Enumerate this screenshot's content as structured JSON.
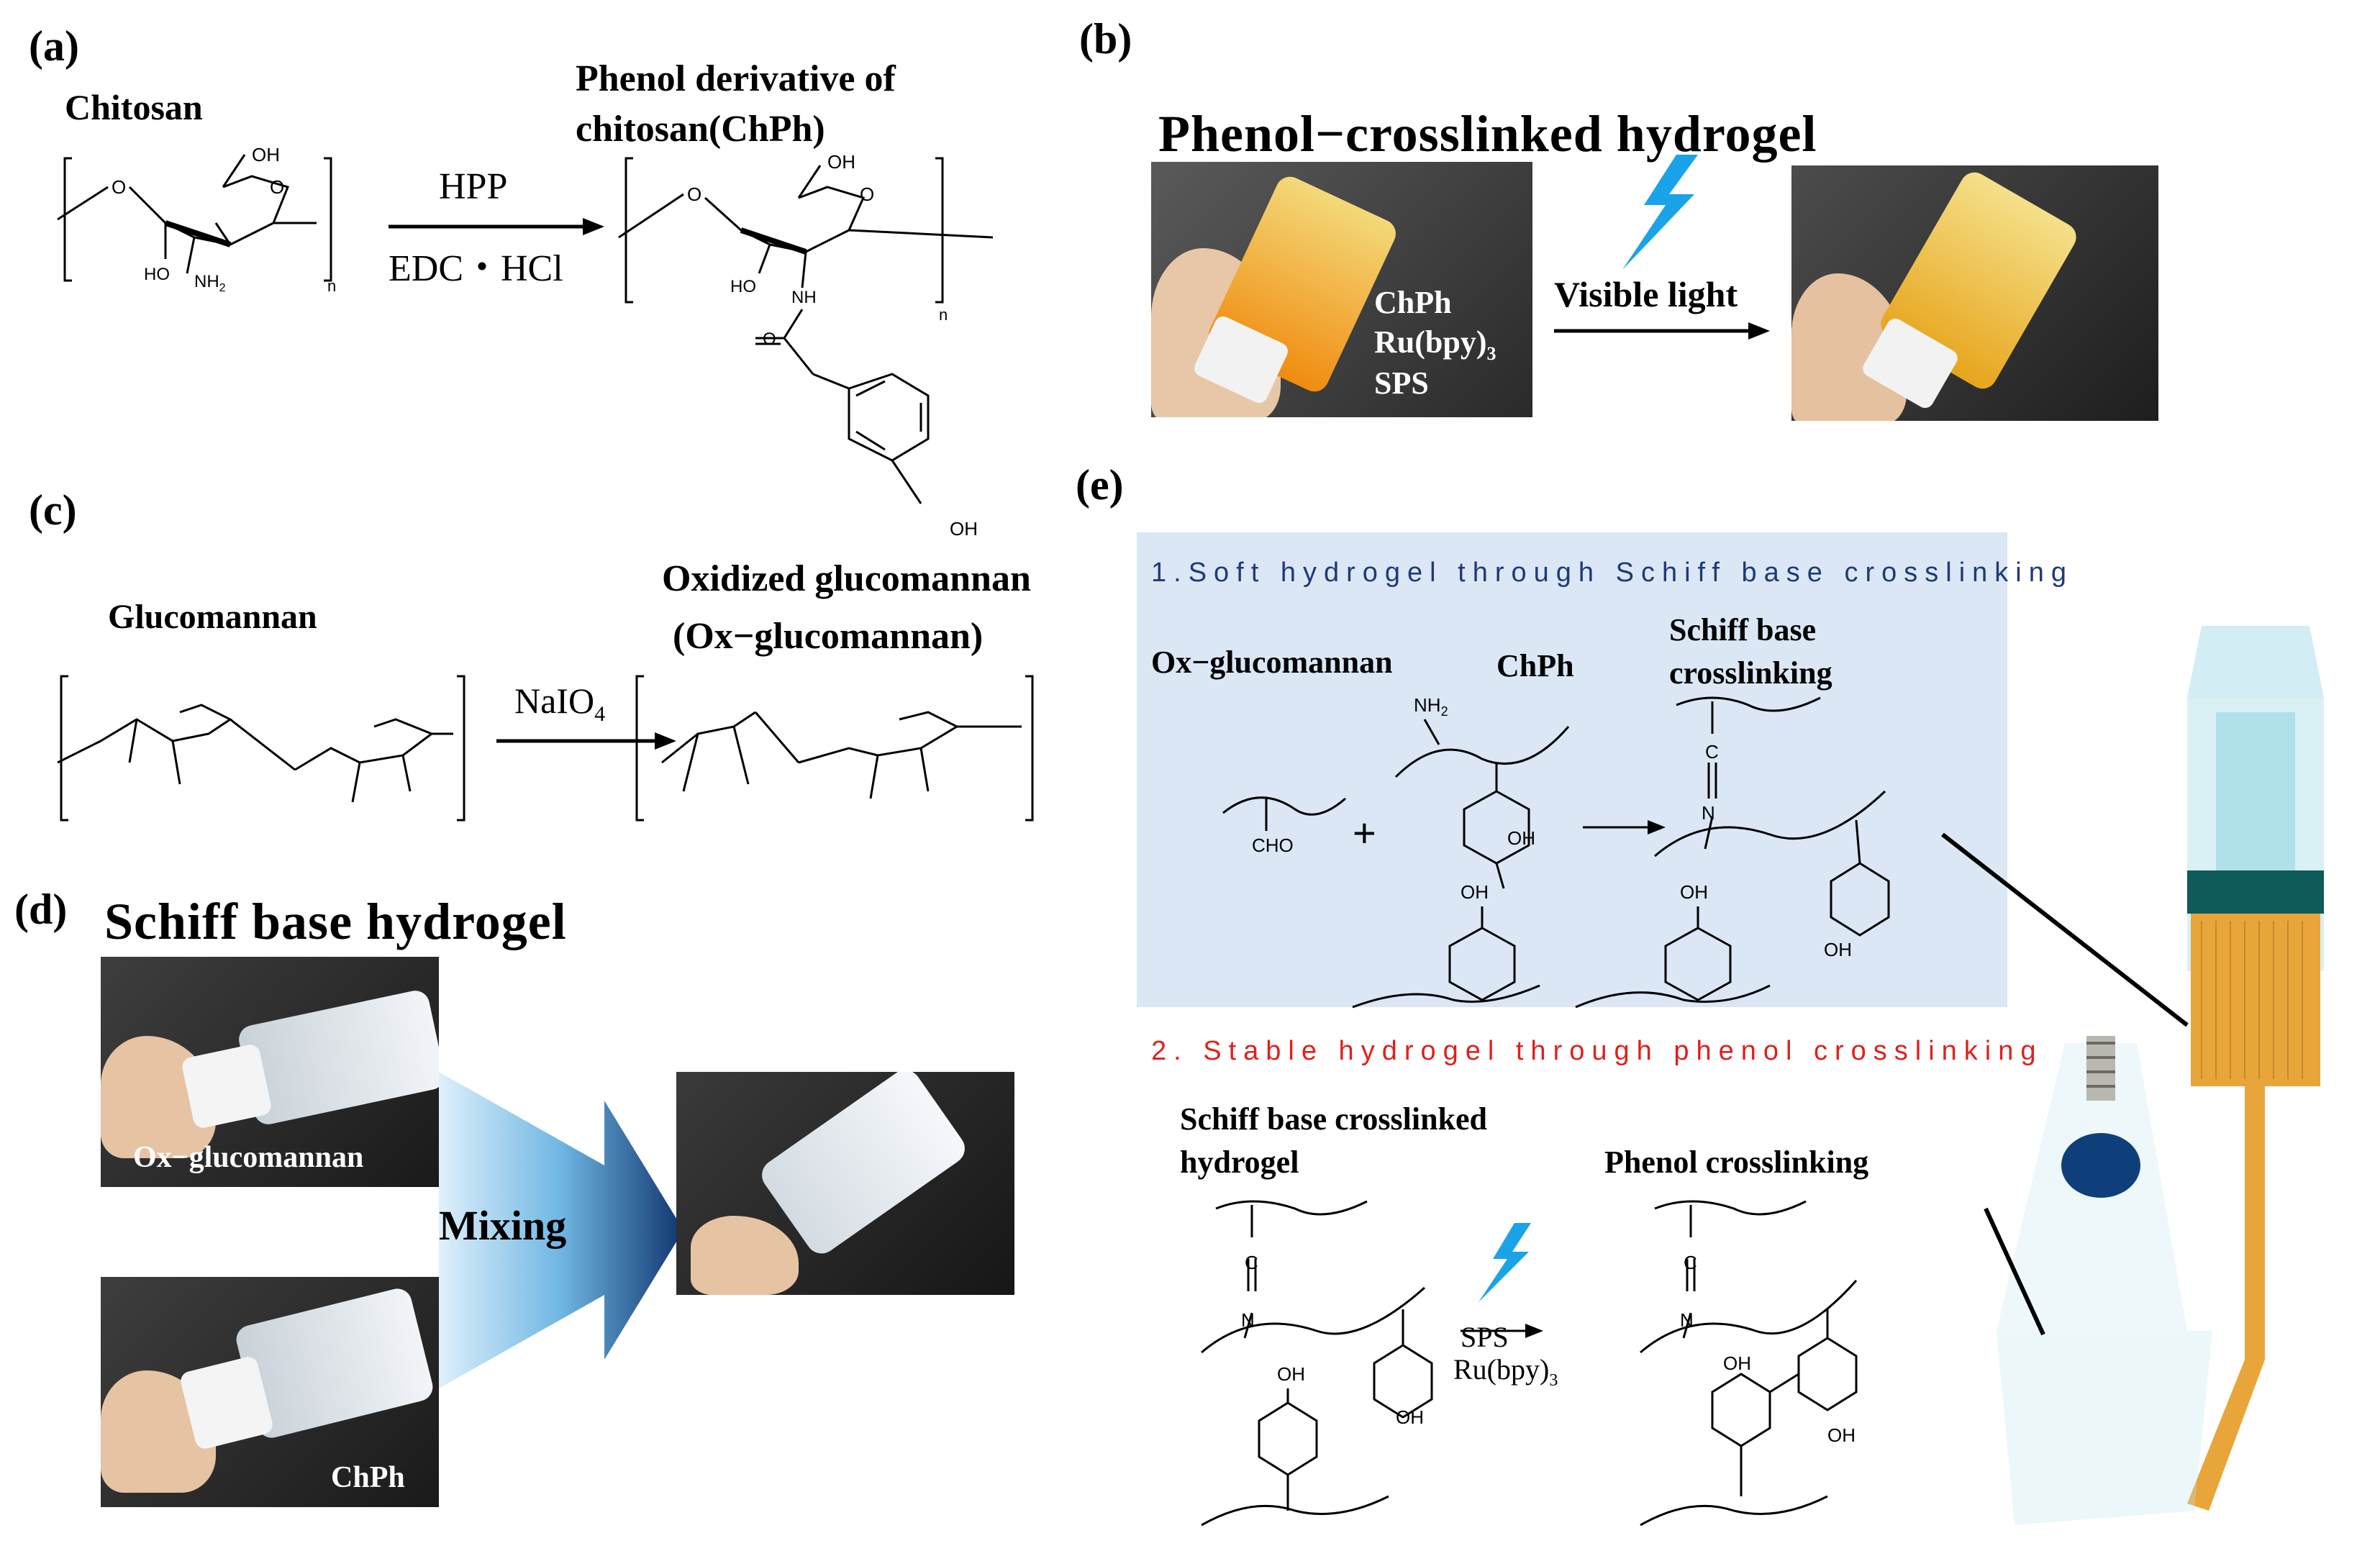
{
  "panel_a": {
    "label": "(a)",
    "chitosan": "Chitosan",
    "product_title_1": "Phenol derivative of",
    "product_title_2": "chitosan(ChPh)",
    "reagent_1": "HPP",
    "reagent_2": "EDC・HCl",
    "atoms": {
      "oh": "OH",
      "o": "O",
      "ho": "HO",
      "nh2": "NH",
      "two": "2",
      "nh": "NH",
      "n": "n"
    }
  },
  "panel_b": {
    "label": "(b)",
    "title": "Phenol−crosslinked hydrogel",
    "photo_text_1": "ChPh",
    "photo_text_2": "Ru(bpy)",
    "photo_text_2_sub": "3",
    "photo_text_3": "SPS",
    "arrow_label": "Visible light"
  },
  "panel_c": {
    "label": "(c)",
    "glucomannan": "Glucomannan",
    "product_title_1": "Oxidized glucomannan",
    "product_title_2": "(Ox−glucomannan)",
    "reagent": "NaIO",
    "reagent_sub": "4"
  },
  "panel_d": {
    "label": "(d)",
    "title": "Schiff base hydrogel",
    "photo1_label": "Ox−glucomannan",
    "photo2_label": "ChPh",
    "mixing": "Mixing"
  },
  "panel_e": {
    "label": "(e)",
    "step1": "1.Soft hydrogel through Schiff base crosslinking",
    "step1_reactant_1": "Ox−glucomannan",
    "step1_reactant_2": "ChPh",
    "step1_product_1": "Schiff base",
    "step1_product_2": "crosslinking",
    "step2": "2. Stable hydrogel through phenol crosslinking",
    "step2_start_1": "Schiff base crosslinked",
    "step2_start_2": "hydrogel",
    "step2_product": "Phenol crosslinking",
    "step2_reagent_1": "SPS",
    "step2_reagent_2": "Ru(bpy)",
    "step2_reagent_2_sub": "3",
    "atoms": {
      "cho": "CHO",
      "nh2": "NH",
      "two": "2",
      "oh": "OH",
      "c": "C",
      "n": "N",
      "plus": "+"
    }
  },
  "colors": {
    "panel_e_bg": "#dbe7f4",
    "step1_text": "#1f3a7a",
    "step2_text": "#e0201c",
    "lightning": "#1aa3e8",
    "mixing_arrow": "#2f6ab0",
    "syringe_orange": "#e8a53a",
    "syringe_teal": "#0f5a5a",
    "nozzle_blue": "#0f3f7a"
  },
  "icons": [
    "lightning-bolt-icon",
    "reaction-arrow-icon",
    "syringe-printer-icon",
    "light-cone-icon"
  ]
}
